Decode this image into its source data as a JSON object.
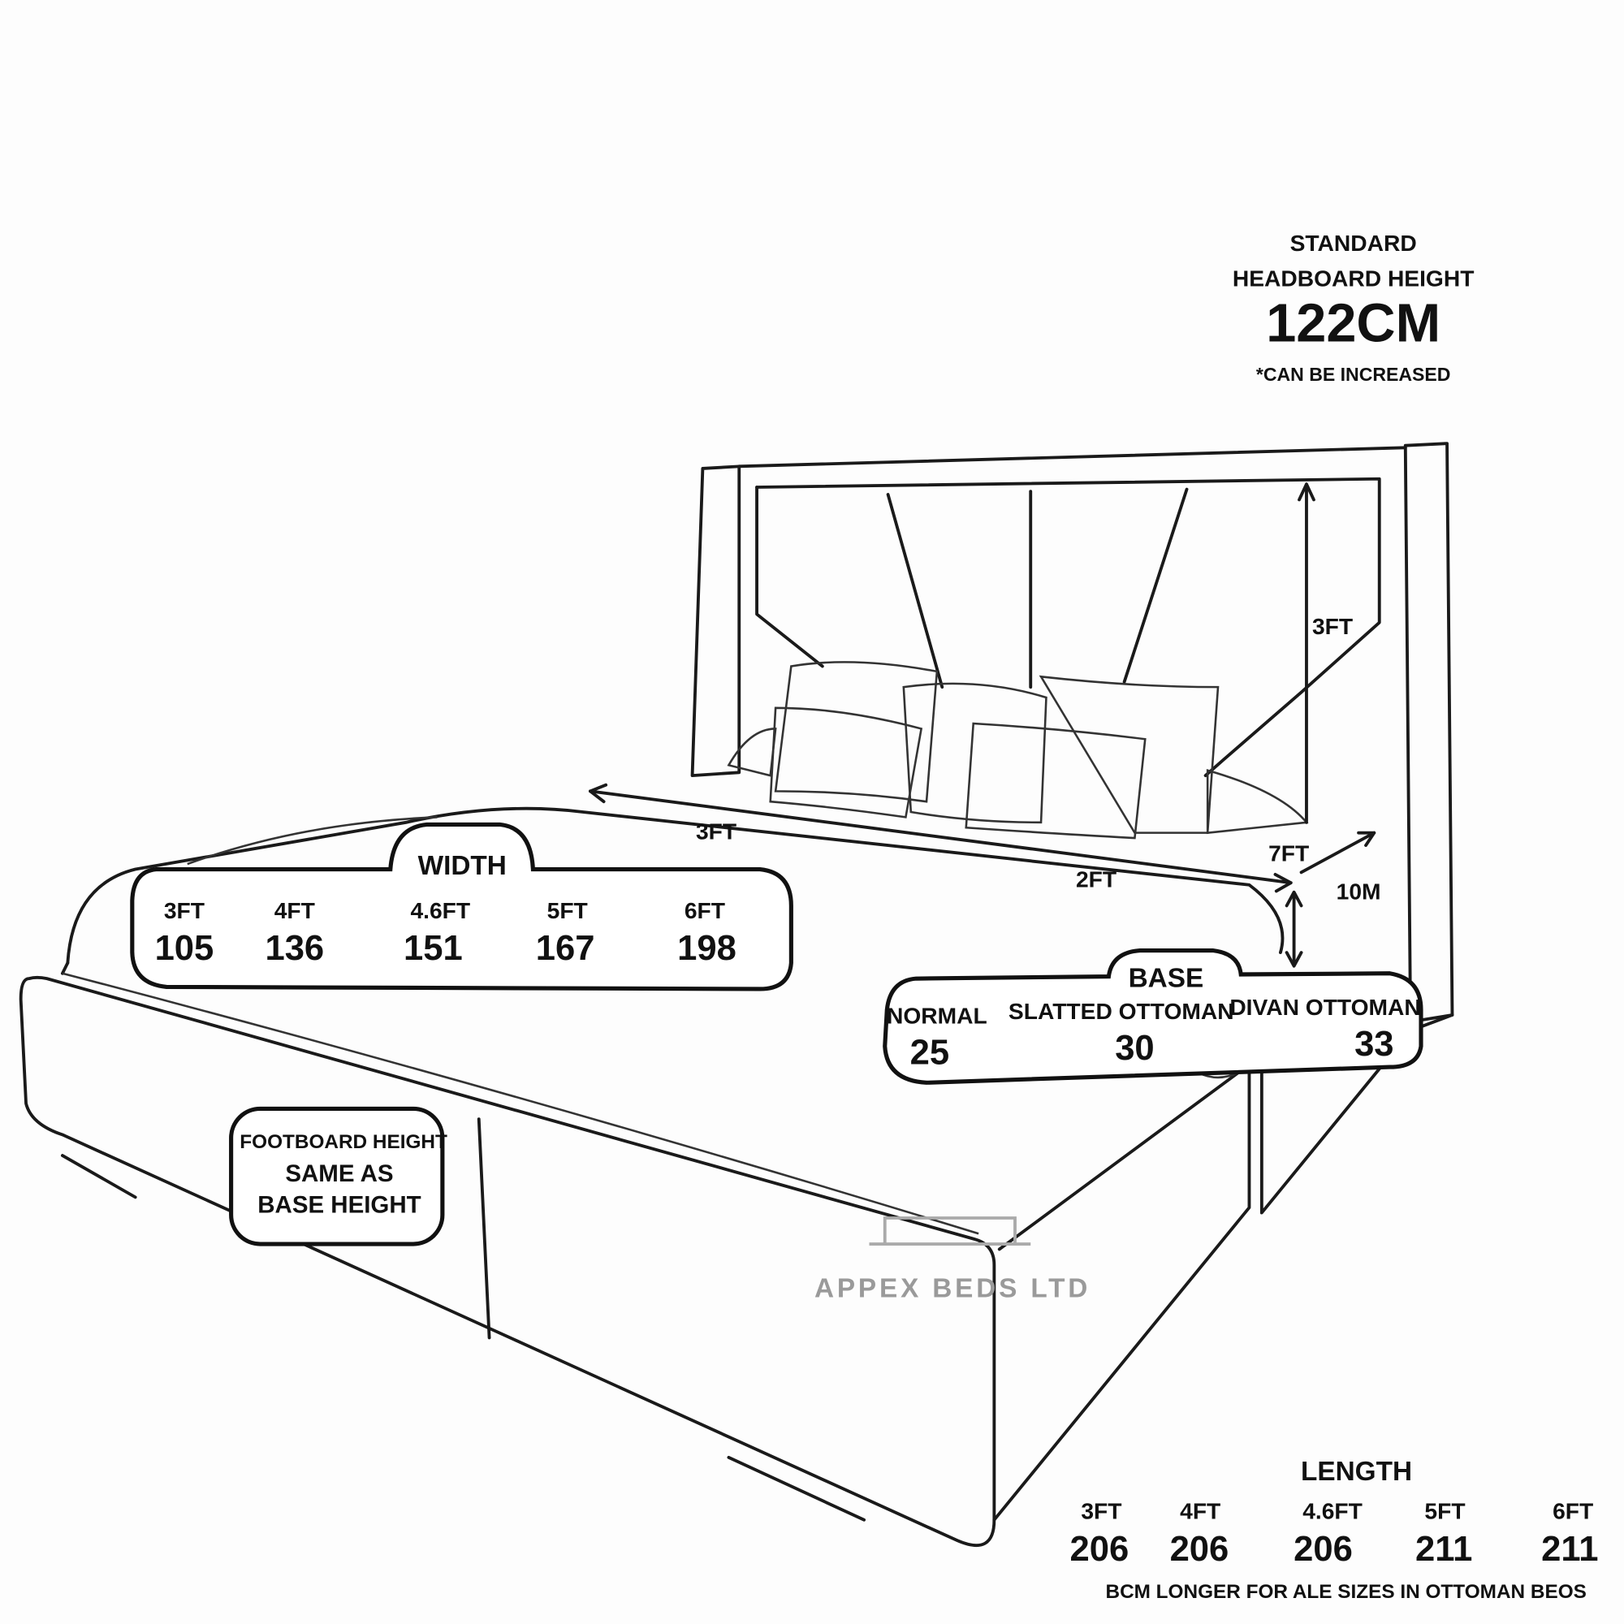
{
  "headboard_note": {
    "line1": "STANDARD",
    "line2": "HEADBOARD HEIGHT",
    "value": "122CM",
    "note": "*CAN BE INCREASED"
  },
  "dimensions": {
    "headboard_height": "3FT",
    "width_arrow": "3FT",
    "depth_arrow": "2FT",
    "length_arrow": "7FT",
    "base_height_arrow": "10M"
  },
  "width": {
    "title": "WIDTH",
    "sizes": [
      {
        "size": "3FT",
        "value": "105"
      },
      {
        "size": "4FT",
        "value": "136"
      },
      {
        "size": "4.6FT",
        "value": "151"
      },
      {
        "size": "5FT",
        "value": "167"
      },
      {
        "size": "6FT",
        "value": "198"
      }
    ]
  },
  "base": {
    "title": "BASE",
    "types": [
      {
        "type": "NORMAL",
        "value": "25"
      },
      {
        "type": "SLATTED OTTOMAN",
        "value": "30"
      },
      {
        "type": "DIVAN OTTOMAN",
        "value": "33"
      }
    ]
  },
  "footboard": {
    "line1": "FOOTBOARD HEIGHT",
    "line2": "SAME AS",
    "line3": "BASE HEIGHT"
  },
  "watermark": "APPEX BEDS LTD",
  "length": {
    "title": "LENGTH",
    "sizes": [
      {
        "size": "3FT",
        "value": "206"
      },
      {
        "size": "4FT",
        "value": "206"
      },
      {
        "size": "4.6FT",
        "value": "206"
      },
      {
        "size": "5FT",
        "value": "211"
      },
      {
        "size": "6FT",
        "value": "211"
      }
    ],
    "footnote": "BCM LONGER FOR ALE SIZES IN  OTTOMAN BEOS"
  }
}
